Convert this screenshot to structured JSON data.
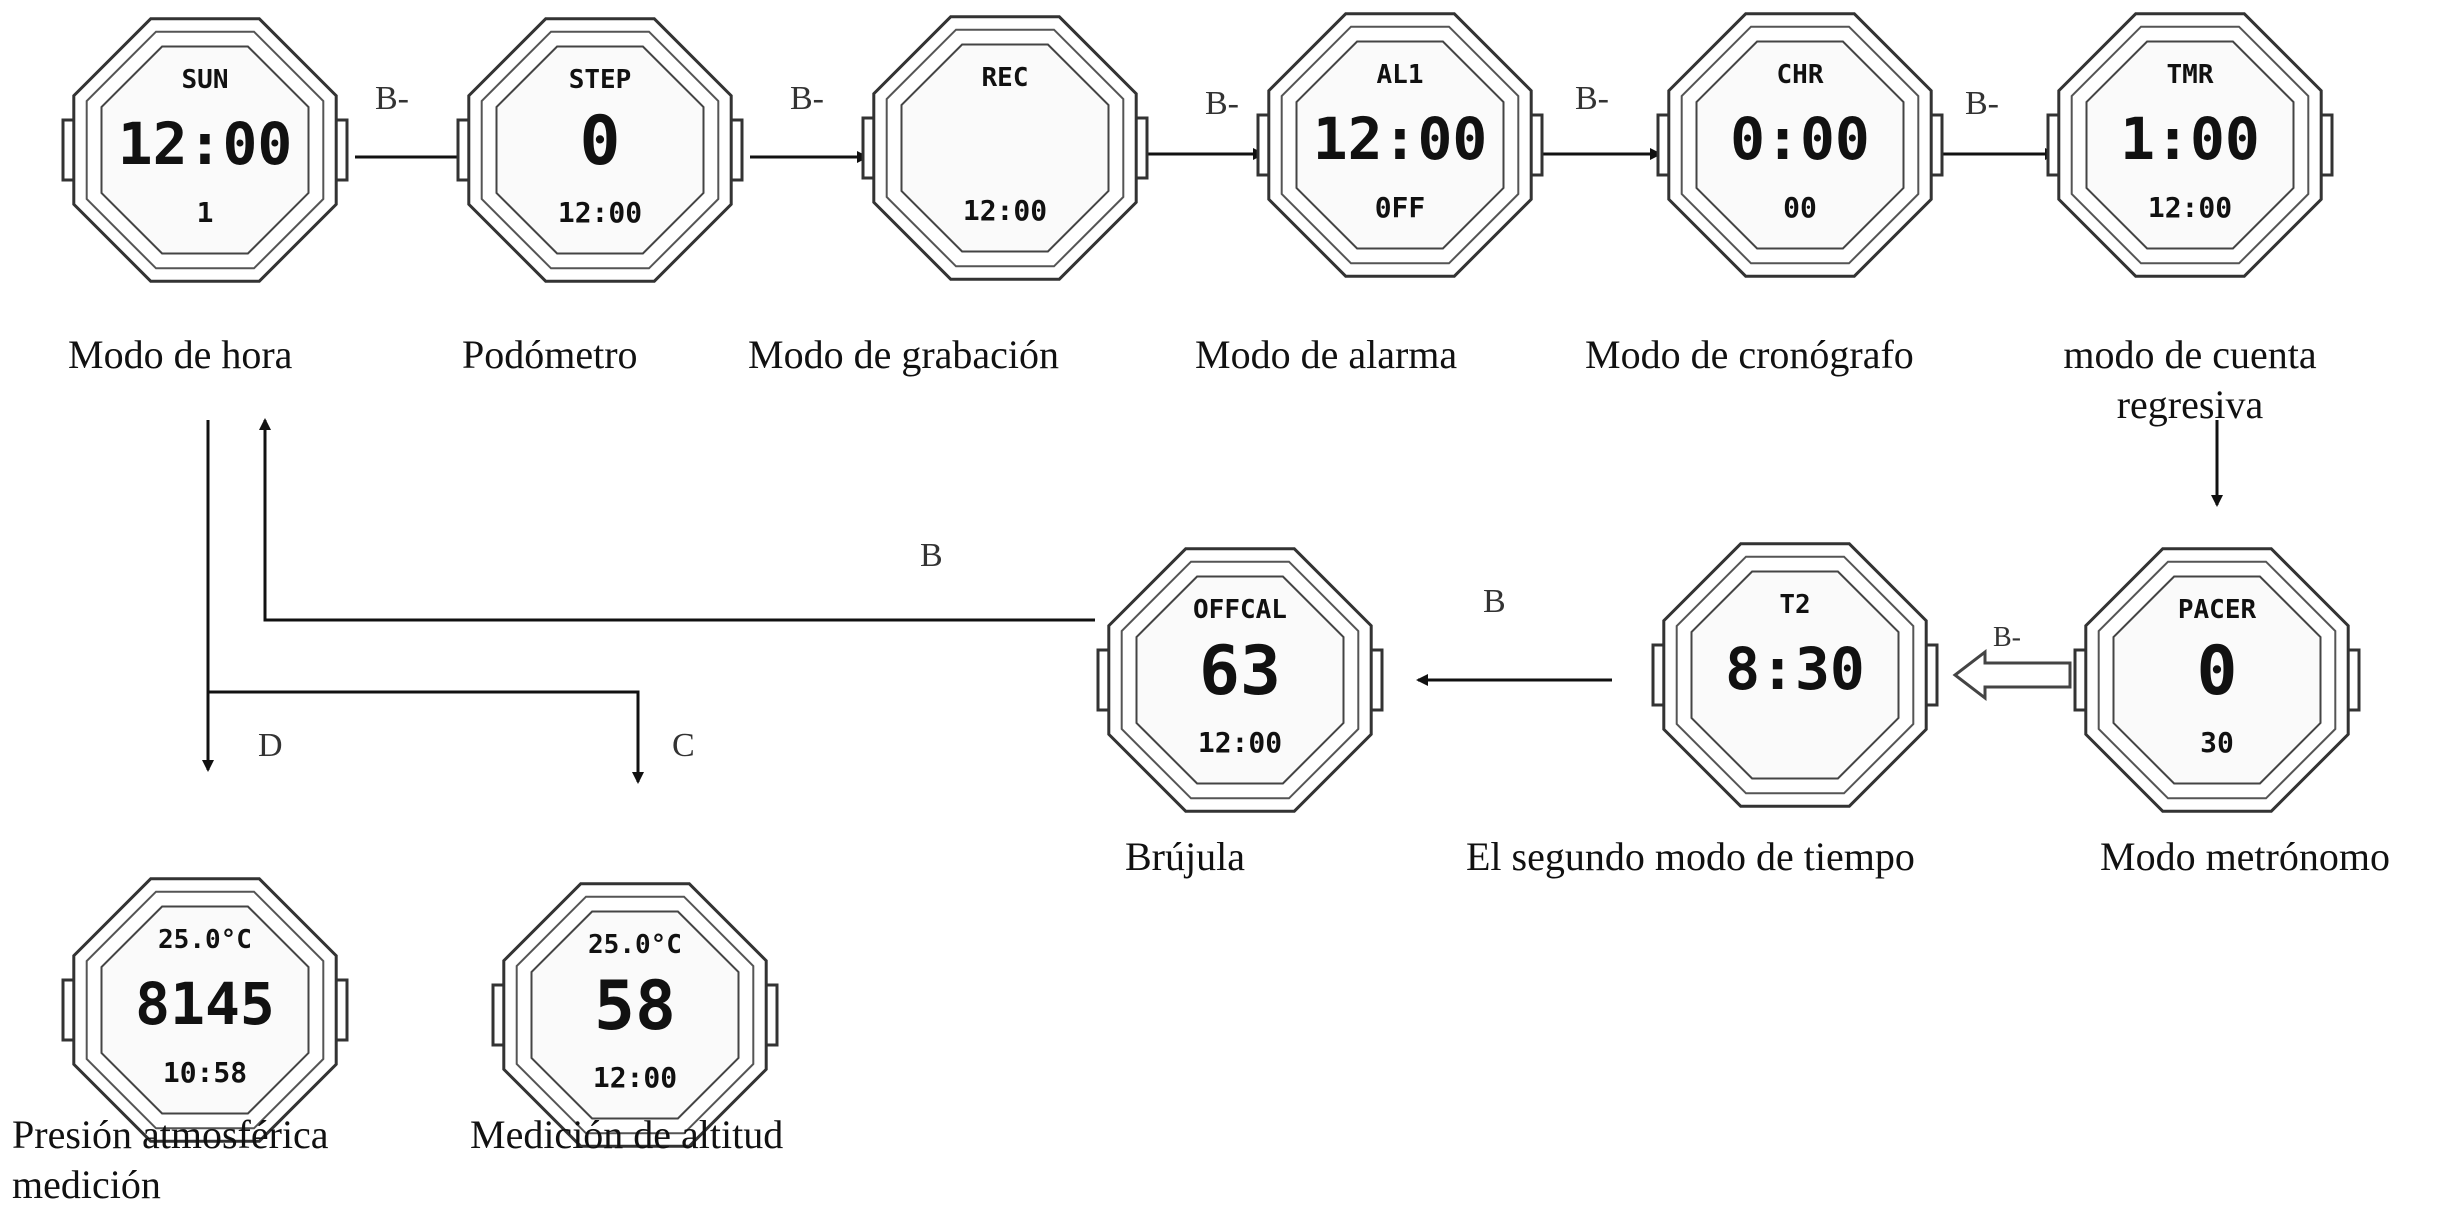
{
  "modes": [
    {
      "id": "time",
      "label": "Modo de hora",
      "screen": {
        "top": "SUN",
        "main": "12:00",
        "side": "",
        "bottom": "1"
      }
    },
    {
      "id": "pedometer",
      "label": "Podómetro",
      "screen": {
        "top": "STEP",
        "main": "0",
        "side": "",
        "bottom": "12:00"
      }
    },
    {
      "id": "record",
      "label": "Modo de grabación",
      "screen": {
        "top": "REC",
        "main": "",
        "side": "",
        "bottom": "12:00"
      }
    },
    {
      "id": "alarm",
      "label": "Modo de alarma",
      "screen": {
        "top": "AL1",
        "main": "12:00",
        "side": "",
        "bottom": "0FF"
      }
    },
    {
      "id": "chrono",
      "label": "Modo de cronógrafo",
      "screen": {
        "top": "CHR",
        "main": "0:00",
        "side": "",
        "bottom": "00"
      }
    },
    {
      "id": "timer",
      "label": "modo de cuenta regresiva",
      "screen": {
        "top": "TMR",
        "main": "1:00",
        "side": "",
        "bottom": "12:00"
      }
    },
    {
      "id": "metronome",
      "label": "Modo metrónomo",
      "screen": {
        "top": "PACER",
        "main": "0",
        "side": "",
        "bottom": "30"
      }
    },
    {
      "id": "time2",
      "label": "El segundo modo de tiempo",
      "screen": {
        "top": "T2",
        "main": "8:30",
        "side": "",
        "bottom": ""
      }
    },
    {
      "id": "compass",
      "label": "Brújula",
      "screen": {
        "top": "OFFCAL",
        "main": "63",
        "side": "",
        "bottom": "12:00"
      }
    },
    {
      "id": "pressure",
      "label": "Presión atmosférica medición",
      "screen": {
        "top": "25.0°C",
        "main": "8145",
        "side": "",
        "bottom": "10:58"
      }
    },
    {
      "id": "altitude",
      "label": "Medición de altitud",
      "screen": {
        "top": "25.0°C",
        "main": "58",
        "side": "",
        "bottom": "12:00"
      }
    }
  ],
  "edges": {
    "b_short": "B-",
    "b": "B",
    "b_hollow": "B-",
    "d": "D",
    "c": "C"
  }
}
